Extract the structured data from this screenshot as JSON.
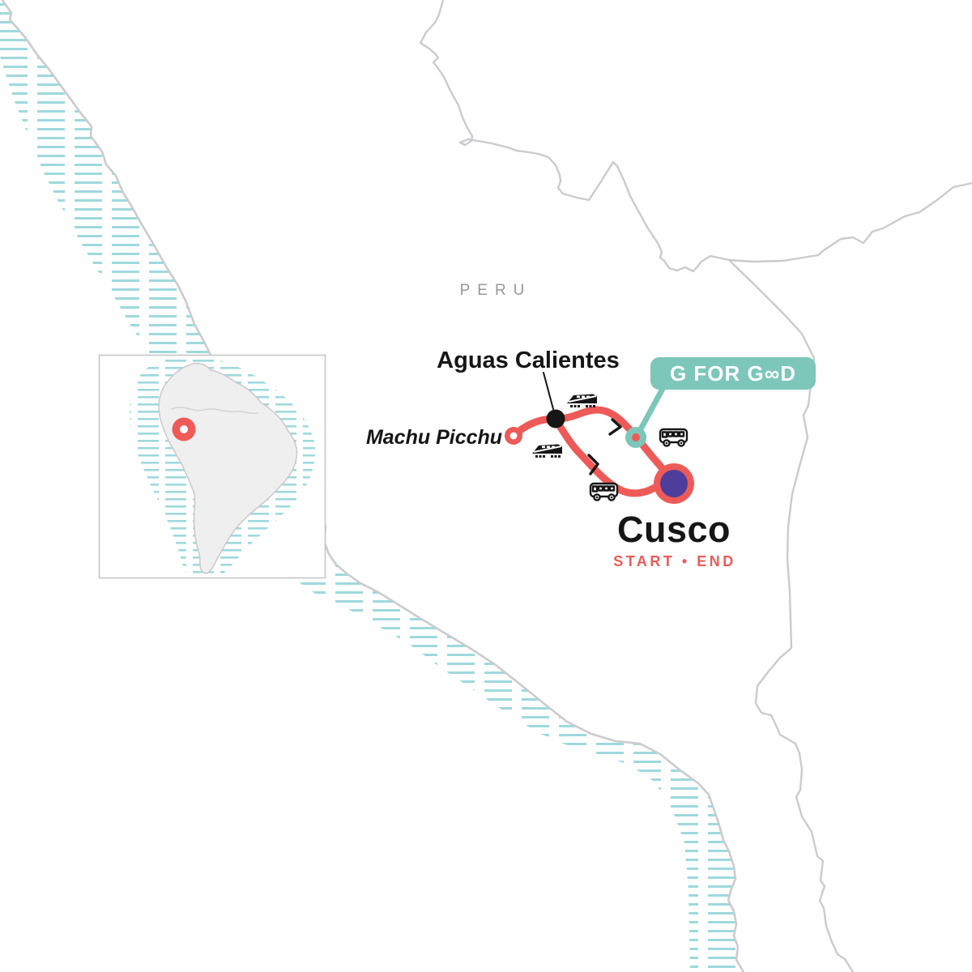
{
  "labels": {
    "peru": "PERU",
    "aguas_calientes": "Aguas Calientes",
    "machu_picchu": "Machu Picchu",
    "cusco": "Cusco",
    "start_end": "START • END"
  },
  "badge": {
    "label": "G FOR GOOD",
    "display": "G FOR G∞D"
  },
  "markers": [
    {
      "name": "Machu Picchu",
      "type": "stop-ring"
    },
    {
      "name": "Aguas Calientes",
      "type": "stop-dot"
    },
    {
      "name": "G for Good",
      "type": "teal-node"
    },
    {
      "name": "Cusco",
      "type": "start-end-node"
    }
  ],
  "transport_icons": [
    {
      "type": "train-icon"
    },
    {
      "type": "train-icon"
    },
    {
      "type": "bus-icon"
    },
    {
      "type": "bus-icon"
    }
  ],
  "inset": {
    "region": "South America",
    "marker": "route location"
  },
  "colors": {
    "background": "#ffffff",
    "route_red": "#ee5a57",
    "cusco_purple": "#4e3d9b",
    "teal": "#7cc6ba",
    "hatch_teal": "#9ed9dd",
    "border_gray": "#cbcbcf",
    "inset_outline": "#c6c6c8",
    "label_gray": "#97979d",
    "ink_black": "#161616",
    "inset_land": "#efefef"
  }
}
